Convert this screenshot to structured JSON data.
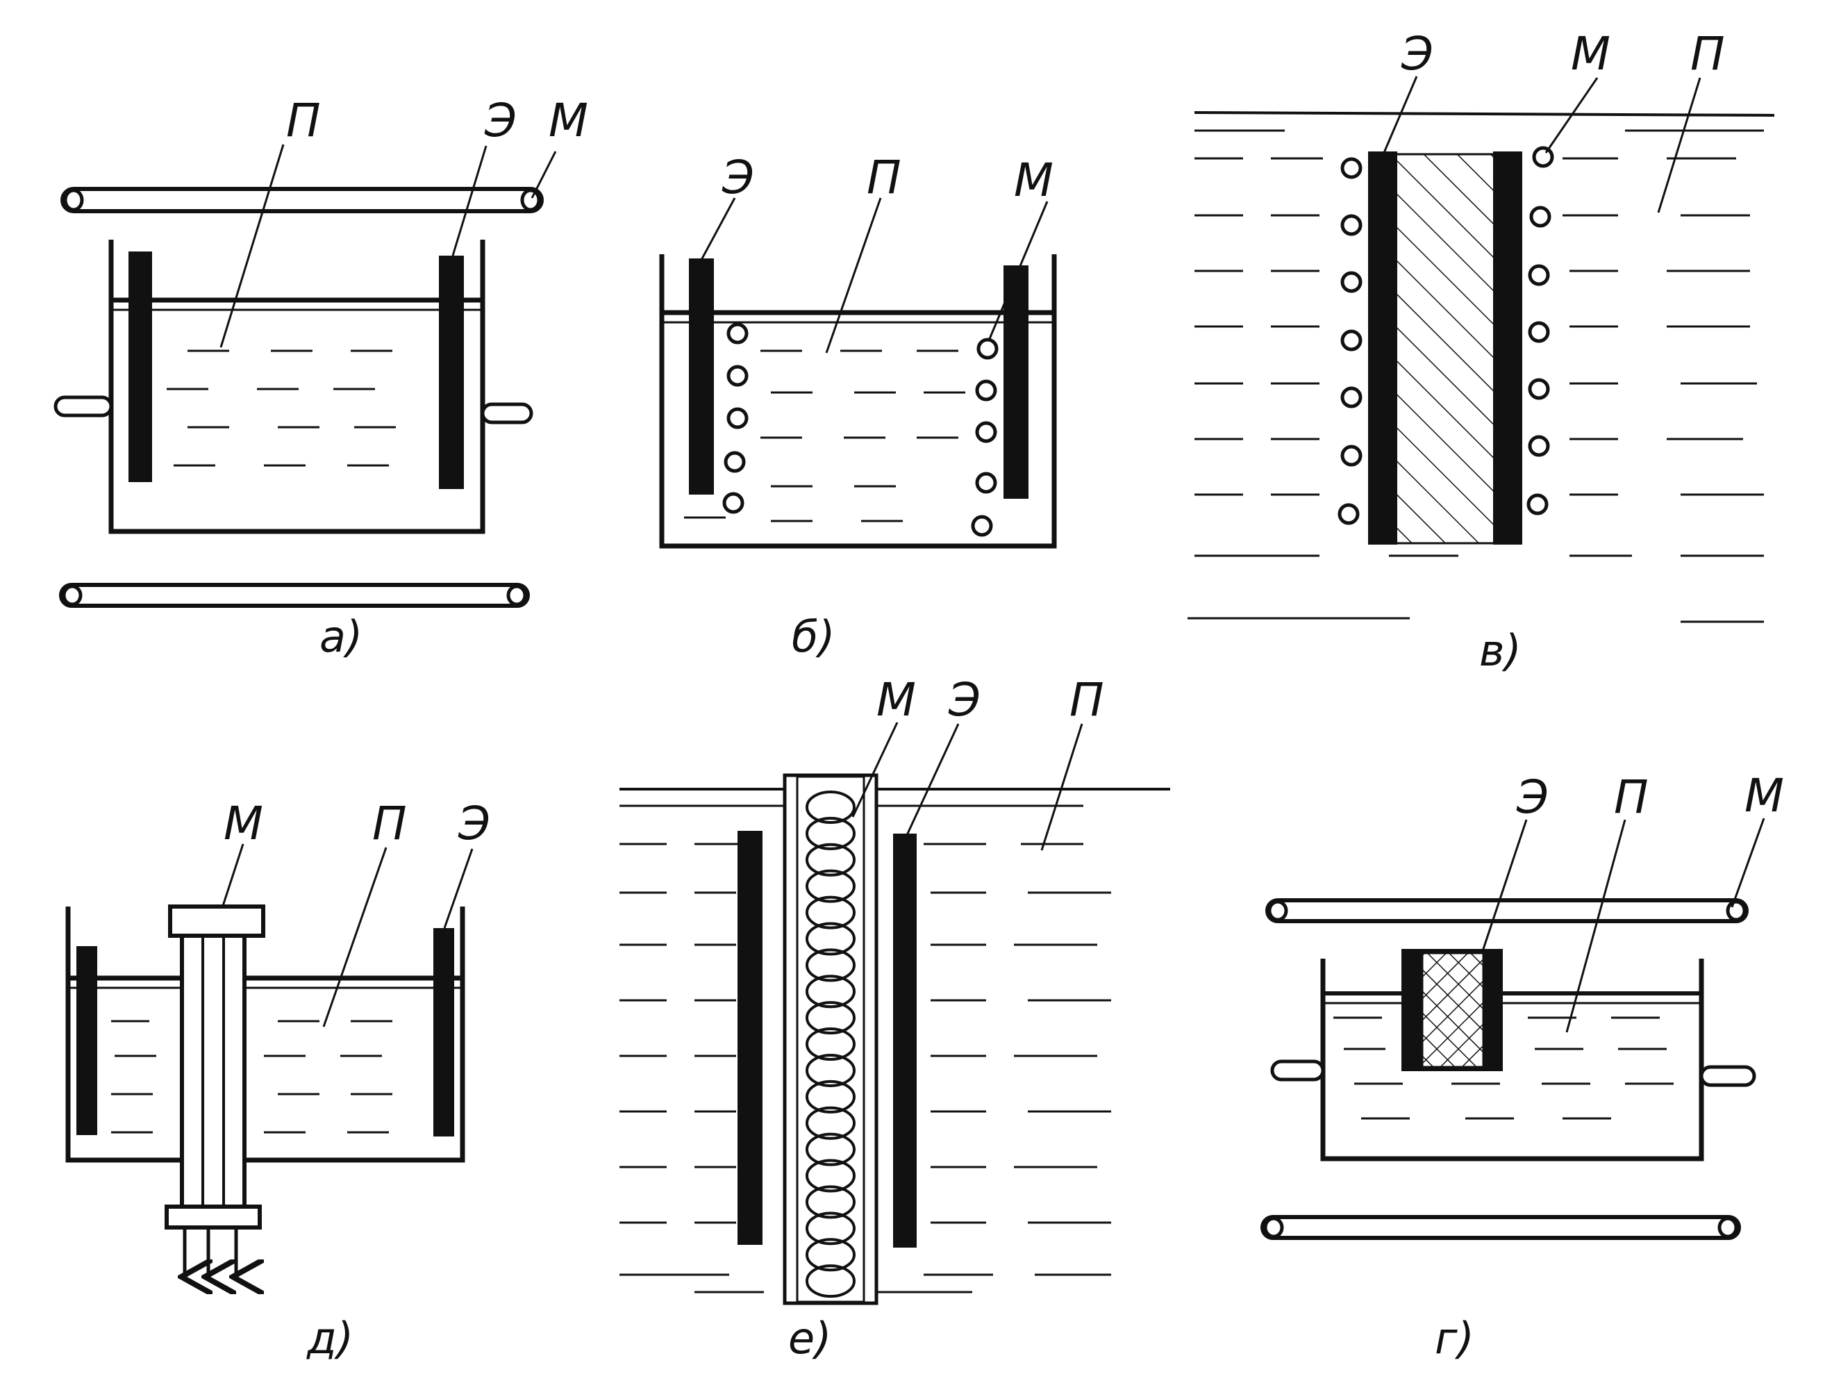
{
  "colors": {
    "ink": "#111111",
    "paper": "#ffffff"
  },
  "panels": [
    {
      "id": "a",
      "caption": "а)",
      "labels": {
        "P": "П",
        "E": "Э",
        "M": "М"
      }
    },
    {
      "id": "b",
      "caption": "б)",
      "labels": {
        "E": "Э",
        "P": "П",
        "M": "М"
      }
    },
    {
      "id": "v",
      "caption": "в)",
      "labels": {
        "E": "Э",
        "M": "М",
        "P": "П"
      }
    },
    {
      "id": "d",
      "caption": "д)",
      "labels": {
        "M": "М",
        "P": "П",
        "E": "Э"
      }
    },
    {
      "id": "e",
      "caption": "е)",
      "labels": {
        "M": "М",
        "E": "Э",
        "P": "П"
      }
    },
    {
      "id": "g",
      "caption": "г)",
      "labels": {
        "E": "Э",
        "P": "П",
        "M": "М"
      }
    }
  ]
}
